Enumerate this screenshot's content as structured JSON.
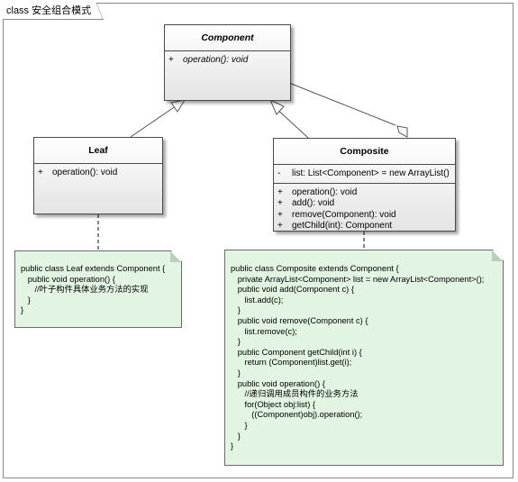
{
  "frame": {
    "title": "class 安全组合模式"
  },
  "classes": {
    "component": {
      "name": "Component",
      "operations": [
        {
          "vis": "+",
          "sig": "operation(): void"
        }
      ]
    },
    "leaf": {
      "name": "Leaf",
      "operations": [
        {
          "vis": "+",
          "sig": "operation(): void"
        }
      ]
    },
    "composite": {
      "name": "Composite",
      "attributes": [
        {
          "vis": "-",
          "sig": "list: List<Component> = new ArrayList()"
        }
      ],
      "operations": [
        {
          "vis": "+",
          "sig": "operation(): void"
        },
        {
          "vis": "+",
          "sig": "add(): void"
        },
        {
          "vis": "+",
          "sig": "remove(Component): void"
        },
        {
          "vis": "+",
          "sig": "getChild(int): Component"
        }
      ]
    }
  },
  "notes": {
    "leaf": [
      "public class Leaf extends Component {",
      "   public void operation() {",
      "      //叶子构件具体业务方法的实现",
      "   }",
      "}"
    ],
    "composite": [
      "public class Composite extends Component {",
      "   private ArrayList<Component> list = new ArrayList<Component>();",
      "",
      "   public void add(Component c) {",
      "      list.add(c);",
      "   }",
      "   public void remove(Component c) {",
      "      list.remove(c);",
      "   }",
      "   public Component getChild(int i) {",
      "      return (Component)list.get(i);",
      "   }",
      "   public void operation() {",
      "      //递归调用成员构件的业务方法",
      "      for(Object obj:list) {",
      "         ((Component)obj).operation();",
      "      }",
      "   }",
      "}"
    ]
  }
}
